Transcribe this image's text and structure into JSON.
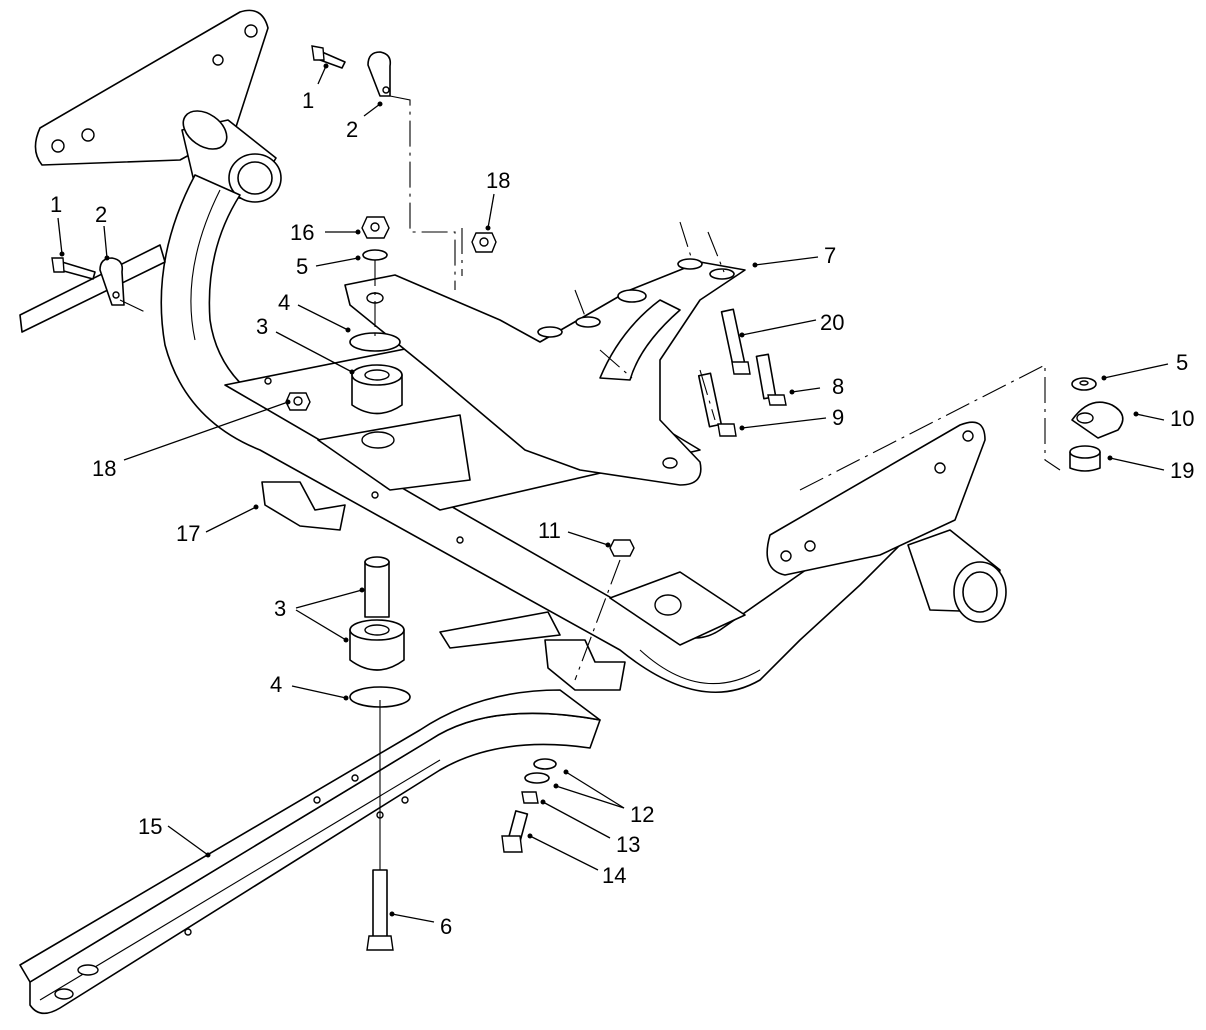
{
  "figure": {
    "type": "exploded parts diagram",
    "line_color": "#000000",
    "background": "#ffffff"
  },
  "callouts": [
    {
      "id": "c1a",
      "label": "1"
    },
    {
      "id": "c2a",
      "label": "2"
    },
    {
      "id": "c1b",
      "label": "1"
    },
    {
      "id": "c2b",
      "label": "2"
    },
    {
      "id": "c18a",
      "label": "18"
    },
    {
      "id": "c16",
      "label": "16"
    },
    {
      "id": "c5a",
      "label": "5"
    },
    {
      "id": "c4a",
      "label": "4"
    },
    {
      "id": "c3a",
      "label": "3"
    },
    {
      "id": "c18b",
      "label": "18"
    },
    {
      "id": "c7",
      "label": "7"
    },
    {
      "id": "c20",
      "label": "20"
    },
    {
      "id": "c8",
      "label": "8"
    },
    {
      "id": "c9",
      "label": "9"
    },
    {
      "id": "c5b",
      "label": "5"
    },
    {
      "id": "c10",
      "label": "10"
    },
    {
      "id": "c19",
      "label": "19"
    },
    {
      "id": "c17",
      "label": "17"
    },
    {
      "id": "c11",
      "label": "11"
    },
    {
      "id": "c3b",
      "label": "3"
    },
    {
      "id": "c4b",
      "label": "4"
    },
    {
      "id": "c15",
      "label": "15"
    },
    {
      "id": "c12",
      "label": "12"
    },
    {
      "id": "c13",
      "label": "13"
    },
    {
      "id": "c14",
      "label": "14"
    },
    {
      "id": "c6",
      "label": "6"
    }
  ]
}
